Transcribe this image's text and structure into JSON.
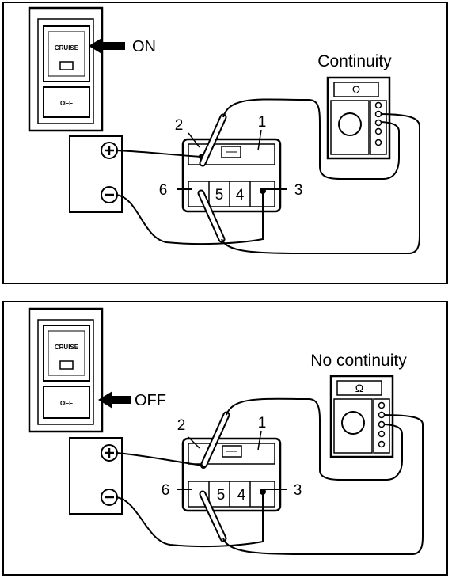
{
  "panels": [
    {
      "switch_top_label": "CRUISE",
      "switch_bottom_label": "OFF",
      "state_label": "ON",
      "meter_label": "Continuity",
      "meter_symbol": "Ω",
      "terminal_labels": {
        "t1": "1",
        "t2": "2",
        "t3": "3",
        "t4": "4",
        "t5": "5",
        "t6": "6"
      },
      "battery_positive": "+",
      "battery_negative": "−"
    },
    {
      "switch_top_label": "CRUISE",
      "switch_bottom_label": "OFF",
      "state_label": "OFF",
      "meter_label": "No continuity",
      "meter_symbol": "Ω",
      "terminal_labels": {
        "t1": "1",
        "t2": "2",
        "t3": "3",
        "t4": "4",
        "t5": "5",
        "t6": "6"
      },
      "battery_positive": "+",
      "battery_negative": "−"
    }
  ]
}
